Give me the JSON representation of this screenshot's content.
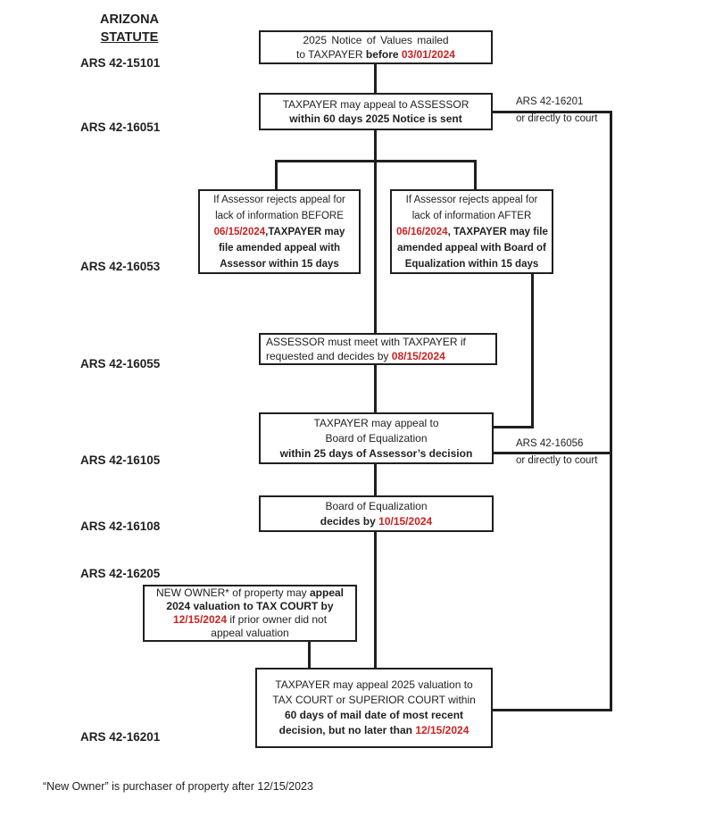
{
  "colors": {
    "text": "#1f1f1f",
    "red_date": "#cc2222",
    "line": "#1f1f1f",
    "background": "#ffffff"
  },
  "statute_column": {
    "title_line1": "ARIZONA",
    "title_line2": "STATUTE",
    "labels": [
      {
        "text": "ARS 42-15101"
      },
      {
        "text": "ARS 42-16051"
      },
      {
        "text": "ARS 42-16053"
      },
      {
        "text": "ARS 42-16055"
      },
      {
        "text": "ARS 42-16105"
      },
      {
        "text": "ARS 42-16108"
      },
      {
        "text": "ARS 42-16205"
      },
      {
        "text": "ARS 42-16201"
      }
    ]
  },
  "boxes": {
    "notice": {
      "line1": "2025 Notice of Values mailed",
      "line2_pre": "to TAXPAYER ",
      "line2_bold": "before ",
      "line2_date": "03/01/2024"
    },
    "assessor_appeal": {
      "line1": "TAXPAYER may appeal to ASSESSOR",
      "line2": "within 60 days 2025 Notice is sent"
    },
    "reject_before": {
      "line1": "If Assessor rejects appeal for",
      "line2": "lack of information BEFORE",
      "line3_date": "06/15/2024",
      "line3_rest": ",TAXPAYER may",
      "line4": "file amended appeal with",
      "line5": "Assessor within 15 days"
    },
    "reject_after": {
      "line1": "If Assessor rejects appeal for",
      "line2": "lack of information AFTER",
      "line3_date": "06/16/2024",
      "line3_rest": ", TAXPAYER may file",
      "line4": "amended appeal with Board of",
      "line5": "Equalization within 15 days"
    },
    "assessor_meet": {
      "line1": "ASSESSOR must meet with TAXPAYER if",
      "line2_pre": "requested and decides by ",
      "line2_date": "08/15/2024"
    },
    "boe_appeal": {
      "line1": "TAXPAYER may appeal to",
      "line2": "Board of Equalization",
      "line3": "within 25 days of Assessor’s decision"
    },
    "boe_decides": {
      "line1": "Board of Equalization",
      "line2_bold": "decides by ",
      "line2_date": "10/15/2024"
    },
    "new_owner": {
      "line1_pre": "NEW OWNER* of property may ",
      "line1_bold": "appeal",
      "line2": "2024 valuation to TAX COURT by",
      "line3_date": "12/15/2024",
      "line3_rest": " if prior owner did not",
      "line4": "appeal valuation"
    },
    "final_appeal": {
      "line1": "TAXPAYER may appeal 2025 valuation to",
      "line2": "TAX COURT or SUPERIOR COURT within",
      "line3": "60 days of mail date of most recent",
      "line4_bold": "decision, but no later than ",
      "line4_date": "12/15/2024"
    }
  },
  "connector_labels": {
    "top_right": {
      "line1": "ARS 42-16201",
      "line2": "or directly to court"
    },
    "mid_right": {
      "line1": "ARS 42-16056",
      "line2": "or directly to court"
    }
  },
  "footnote": "“New Owner” is purchaser of property after 12/15/2023"
}
